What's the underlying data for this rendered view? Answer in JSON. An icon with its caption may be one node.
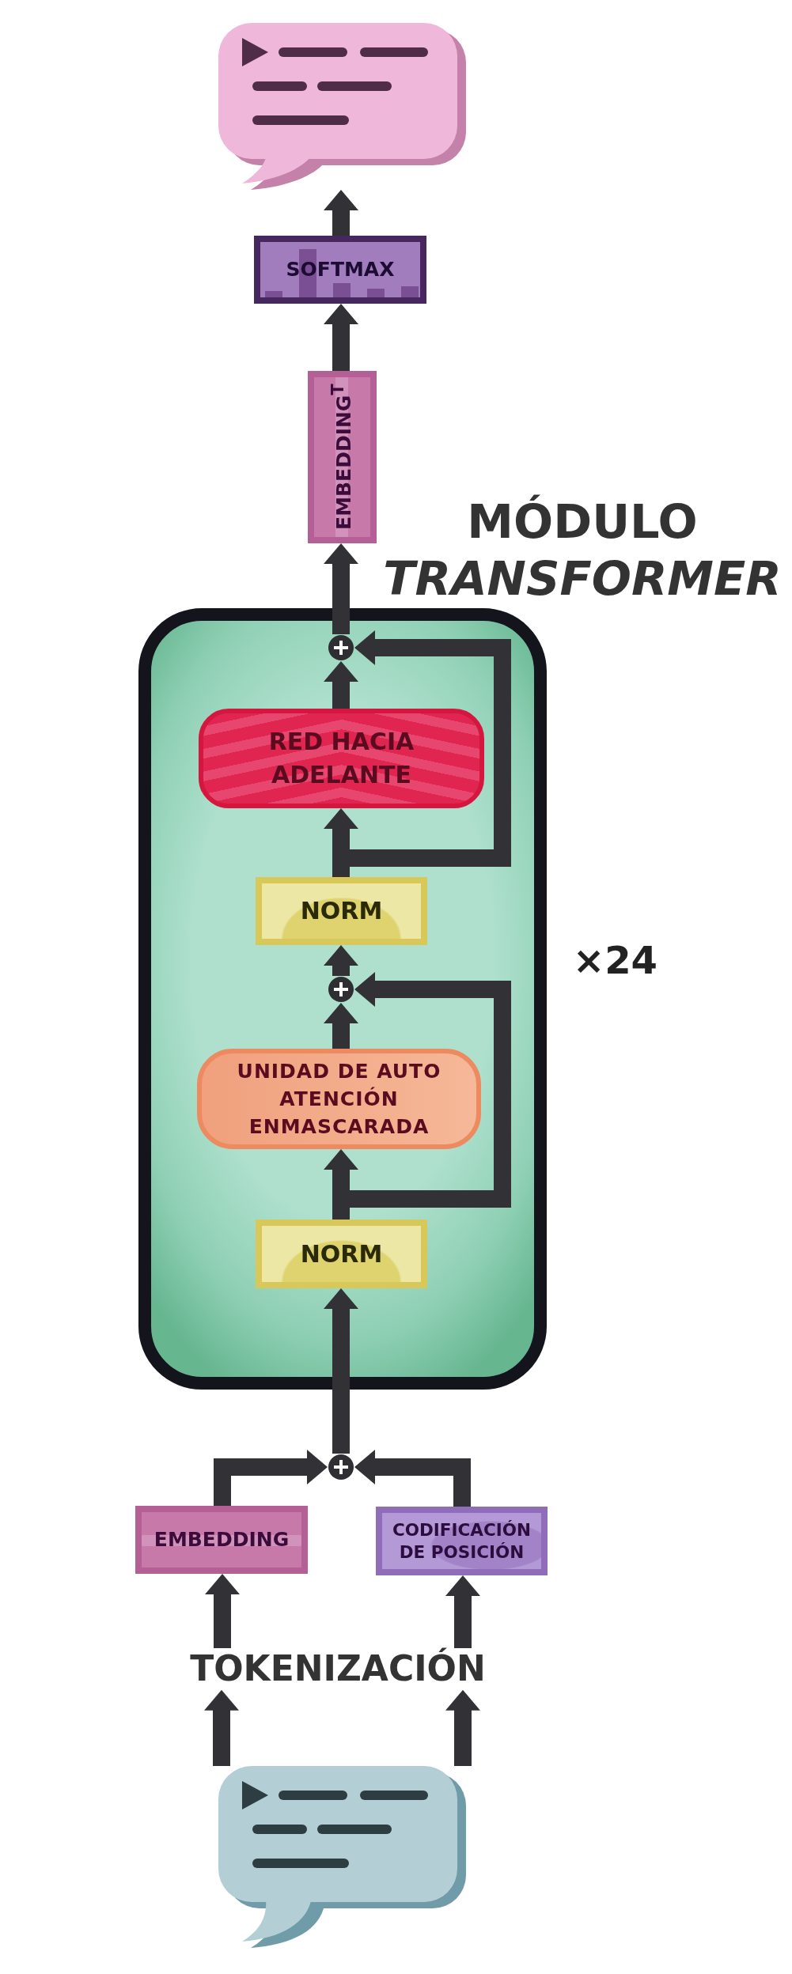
{
  "diagram": {
    "nodes": [
      {
        "text": [],
        "shape": "bubble"
      },
      {
        "text": [
          "SOFTMAX"
        ]
      },
      {
        "text": [
          "EMBEDDING$^{T}$"
        ]
      },
      {
        "text": [
          "MÓDULO *TRANSFORMER*"
        ],
        "beside": [
          "×24"
        ]
      },
      {
        "text": [],
        "shape": "circle",
        "in": 3
      },
      {
        "text": [
          "RED HACIA ADELANTE"
        ],
        "in": 3
      },
      {
        "text": [
          "NORM"
        ],
        "in": 3
      },
      {
        "text": [],
        "shape": "circle",
        "in": 3
      },
      {
        "text": [
          "UNIDAD DE AUTO ATENCIÓN ENMASCARADA"
        ],
        "in": 3
      },
      {
        "text": [
          "NORM"
        ],
        "in": 3
      },
      {
        "text": [],
        "shape": "circle"
      },
      {
        "text": [
          "EMBEDDING"
        ]
      },
      {
        "text": [
          "CODIFICACIÓN DE POSICIÓN"
        ]
      },
      {
        "text": [
          "TOKENIZACIÓN"
        ]
      },
      {
        "text": [],
        "shape": "bubble"
      }
    ],
    "edges": [
      {
        "from": 1,
        "to": 0,
        "arrow": "to"
      },
      {
        "from": 2,
        "to": 1,
        "arrow": "to"
      },
      {
        "from": 4,
        "to": 2,
        "arrow": "to"
      },
      {
        "from": 5,
        "to": 4,
        "arrow": "to"
      },
      {
        "from": 6,
        "to": 5,
        "arrow": "to"
      },
      {
        "from": 6,
        "to": 4,
        "arrow": "to"
      },
      {
        "from": 7,
        "to": 6,
        "arrow": "to"
      },
      {
        "from": 8,
        "to": 7,
        "arrow": "to"
      },
      {
        "from": 9,
        "to": 8,
        "arrow": "to"
      },
      {
        "from": 9,
        "to": 7,
        "arrow": "to"
      },
      {
        "from": 10,
        "to": 9,
        "arrow": "to"
      },
      {
        "from": 11,
        "to": 10,
        "arrow": "to"
      },
      {
        "from": 12,
        "to": 10,
        "arrow": "to"
      },
      {
        "from": 13,
        "to": 11,
        "arrow": "to"
      },
      {
        "from": 13,
        "to": 12,
        "arrow": "to"
      },
      {
        "from": 14,
        "to": 13,
        "arrow": "to"
      },
      {
        "from": 14,
        "to": 13,
        "arrow": "to"
      }
    ]
  }
}
